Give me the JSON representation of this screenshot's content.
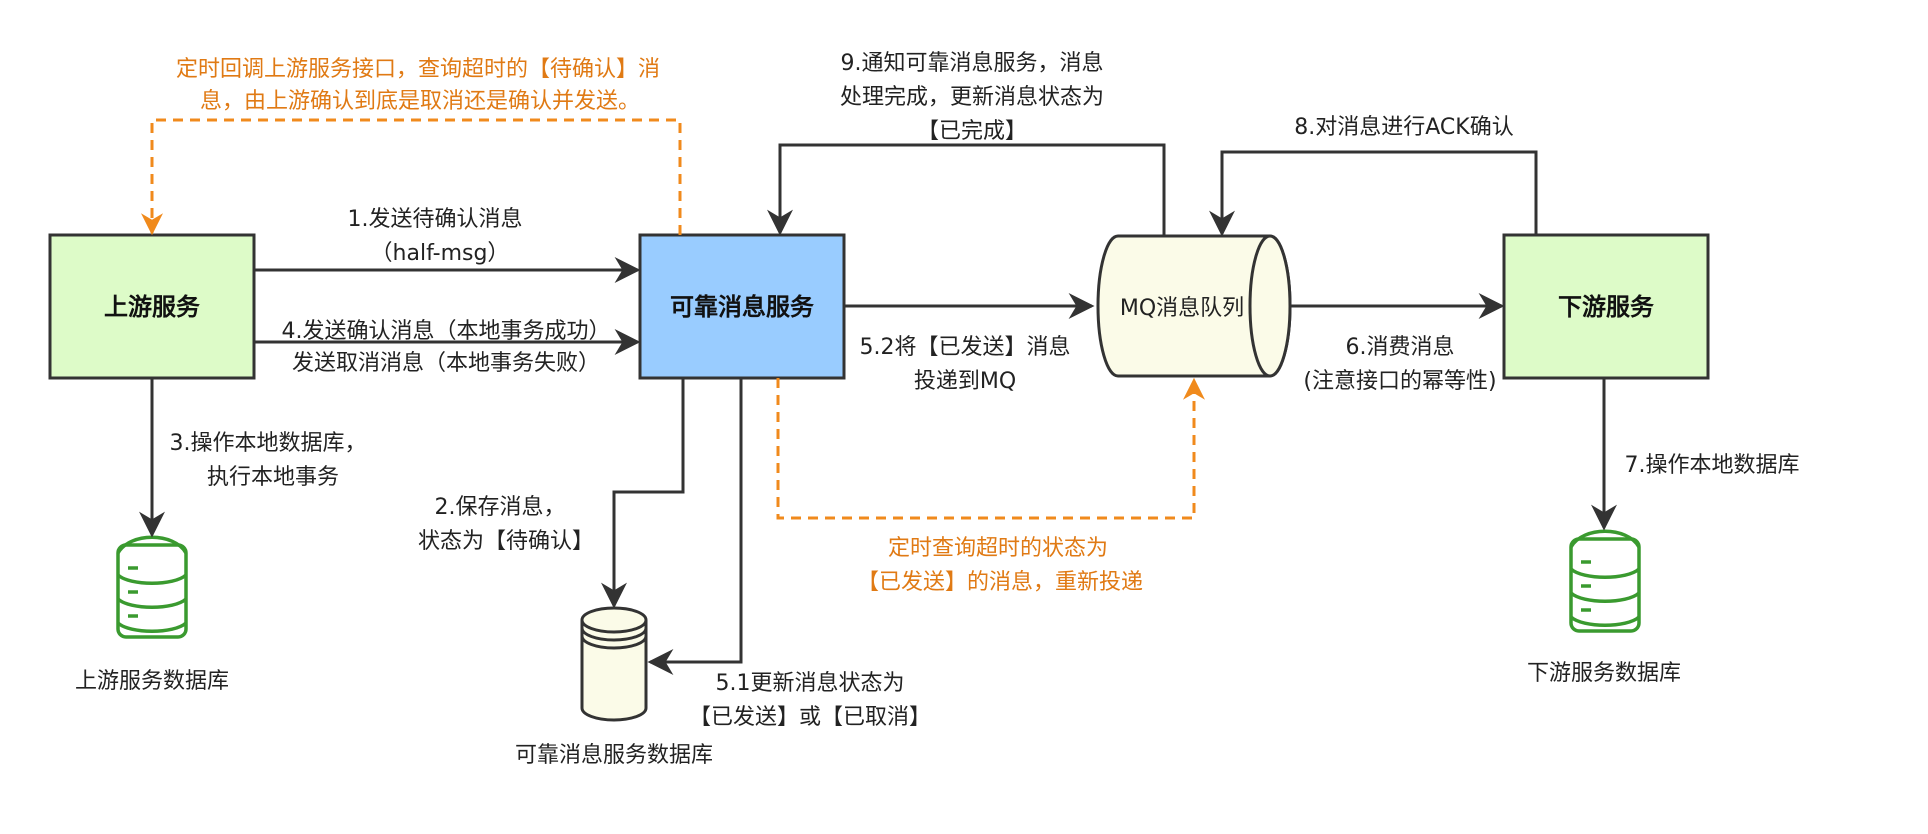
{
  "colors": {
    "service_fill": "#ddfbc8",
    "reliable_fill": "#99ccff",
    "mq_fill": "#fbfbe8",
    "db_green": "#3a9a2f",
    "timer_orange": "#f08a1c",
    "line": "#333333"
  },
  "nodes": {
    "upstream": "上游服务",
    "reliable": "可靠消息服务",
    "mq": "MQ消息队列",
    "downstream": "下游服务"
  },
  "databases": {
    "upstream": "上游服务数据库",
    "reliable": "可靠消息服务数据库",
    "downstream": "下游服务数据库"
  },
  "edges": {
    "e1": [
      "1.发送待确认消息",
      "（half-msg）"
    ],
    "e2": [
      "2.保存消息，",
      "状态为【待确认】"
    ],
    "e3": [
      "3.操作本地数据库，",
      "执行本地事务"
    ],
    "e4": [
      "4.发送确认消息（本地事务成功）",
      "发送取消消息（本地事务失败）"
    ],
    "e51": [
      "5.1更新消息状态为",
      "【已发送】或【已取消】"
    ],
    "e52": [
      "5.2将【已发送】消息",
      "投递到MQ"
    ],
    "e6": [
      "6.消费消息",
      "(注意接口的幂等性)"
    ],
    "e7": "7.操作本地数据库",
    "e8": "8.对消息进行ACK确认",
    "e9": [
      "9.通知可靠消息服务，消息",
      "处理完成，更新消息状态为",
      "【已完成】"
    ],
    "timer_upstream": [
      "定时回调上游服务接口，查询超时的【待确认】消",
      "息，由上游确认到底是取消还是确认并发送。"
    ],
    "timer_mq": [
      "定时查询超时的状态为",
      "【已发送】的消息，重新投递"
    ]
  }
}
